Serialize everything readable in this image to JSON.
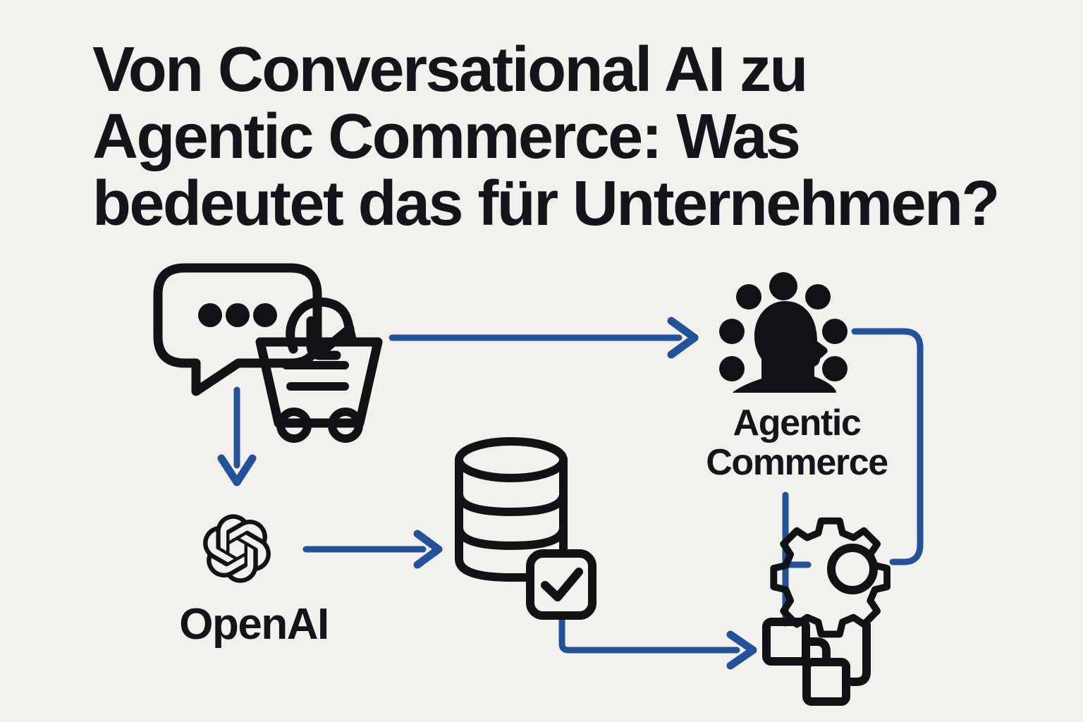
{
  "page": {
    "background_color": "#f2f1ed",
    "ink_color": "#14151a",
    "accent_color": "#22529b"
  },
  "title": {
    "full": "Von Conversational AI zu Agentic Commerce: Was bedeutet das für Unternehmen?",
    "lines": [
      "Von Conversational AI zu",
      "Agentic Commerce: Was",
      "bedeutet das für Unternehmen?"
    ]
  },
  "diagram": {
    "type": "flow-diagram",
    "nodes": [
      {
        "id": "conversational-commerce",
        "icon": "chat-bubble-shopping-cart-icon",
        "label": ""
      },
      {
        "id": "openai",
        "icon": "openai-logo-icon",
        "label": "OpenAI"
      },
      {
        "id": "database",
        "icon": "database-check-icon",
        "label": ""
      },
      {
        "id": "agentic-commerce",
        "icon": "head-with-dots-icon",
        "label": "Agentic Commerce",
        "label_lines": [
          "Agentic",
          "Commerce"
        ]
      },
      {
        "id": "settings",
        "icon": "gear-icon",
        "label": ""
      },
      {
        "id": "workflow",
        "icon": "workflow-nodes-icon",
        "label": ""
      }
    ],
    "connections": [
      {
        "from": "conversational-commerce",
        "to": "agentic-commerce",
        "style": "arrow-right"
      },
      {
        "from": "conversational-commerce",
        "to": "openai",
        "style": "arrow-down"
      },
      {
        "from": "openai",
        "to": "database",
        "style": "arrow-right"
      },
      {
        "from": "database",
        "to": "workflow",
        "style": "arrow-elbow-down-right"
      },
      {
        "from": "agentic-commerce",
        "to": "settings",
        "style": "line-elbow-right-down"
      },
      {
        "from": "agentic-commerce",
        "to": "workflow",
        "style": "line-down-with-branch"
      }
    ]
  }
}
